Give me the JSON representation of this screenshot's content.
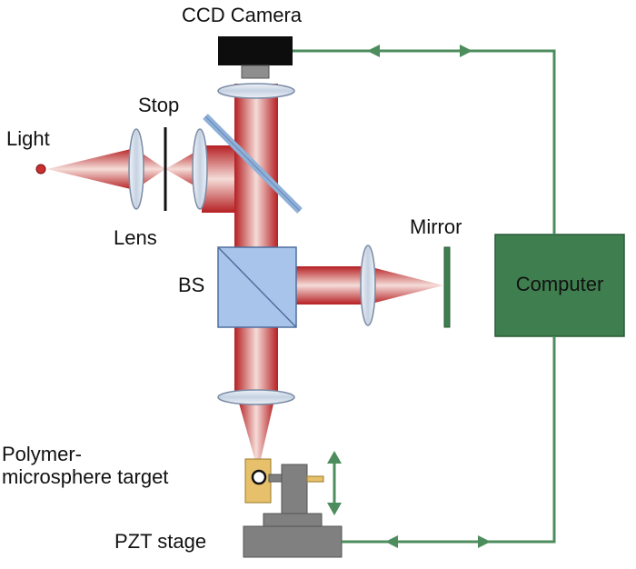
{
  "labels": {
    "ccd_camera": "CCD Camera",
    "stop": "Stop",
    "light": "Light",
    "lens": "Lens",
    "mirror": "Mirror",
    "bs": "BS",
    "computer": "Computer",
    "target_line1": "Polymer-",
    "target_line2": "microsphere target",
    "pzt_stage": "PZT stage"
  },
  "colors": {
    "beam": "#c8312f",
    "beam_light": "#f3d7d3",
    "lens_fill": "#d5deea",
    "lens_stroke": "#7a8ba5",
    "bs_fill": "#a9c4ea",
    "bs_stroke": "#4f6f9e",
    "computer_fill": "#3f7f4f",
    "computer_stroke": "#2a5a36",
    "wire": "#4d8c5c",
    "camera_body": "#0d0d0d",
    "camera_lens": "#8e8e8e",
    "target_holder": "#e6c06a",
    "stage_gray": "#808080"
  }
}
